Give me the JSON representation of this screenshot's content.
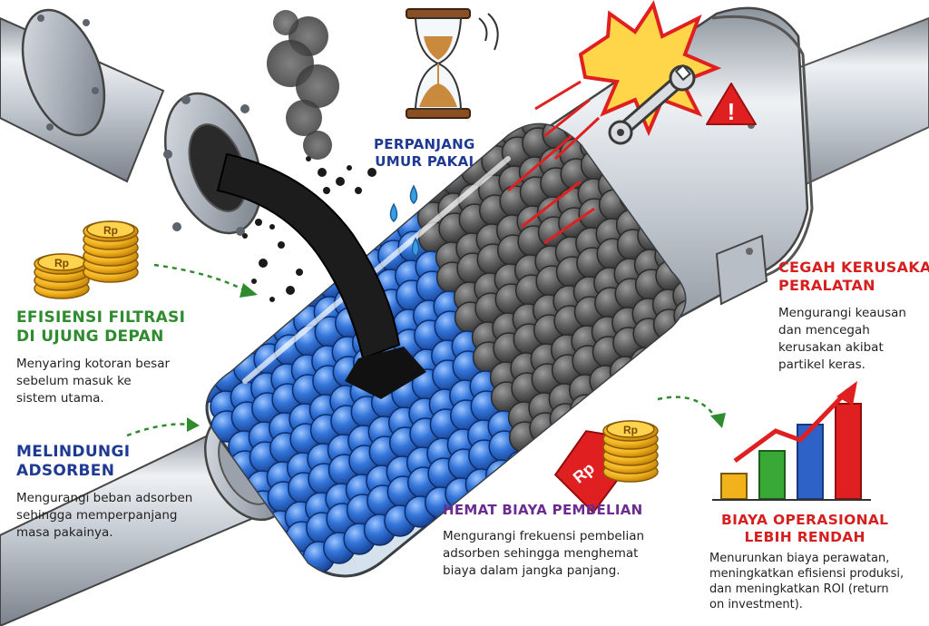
{
  "colors": {
    "green": "#2e8b2e",
    "navy": "#1f3a93",
    "red": "#d62020",
    "purple": "#6a2c91",
    "pipe": "#c9ced6",
    "adsorbent_blue": "#2f6fd6",
    "spent_gray": "#6a6a6a"
  },
  "icons": [
    "coin-stack-icon",
    "hourglass-icon",
    "wrench-icon",
    "warning-triangle-icon",
    "price-tag-icon",
    "bar-chart-up-icon",
    "smoke-icon",
    "water-drop-icon"
  ],
  "coin_symbol": "Rp",
  "warning_symbol": "!",
  "sections": {
    "filtration": {
      "title_lines": [
        "EFISIENSI FILTRASI",
        "DI UJUNG DEPAN"
      ],
      "desc_lines": [
        "Menyaring kotoran besar",
        "sebelum masuk ke",
        "sistem utama."
      ]
    },
    "protect": {
      "title_lines": [
        "MELINDUNGI",
        "ADSORBEN"
      ],
      "desc_lines": [
        "Mengurangi beban adsorben",
        "sehingga memperpanjang",
        "masa pakainya."
      ]
    },
    "lifespan": {
      "title_lines": [
        "PERPANJANG",
        "UMUR PAKAI"
      ]
    },
    "prevent": {
      "title_lines": [
        "CEGAH KERUSAKAN",
        "PERALATAN"
      ],
      "desc_lines": [
        "Mengurangi keausan",
        "dan mencegah",
        "kerusakan akibat",
        "partikel keras."
      ]
    },
    "purchase": {
      "title_lines": [
        "HEMAT BIAYA PEMBELIAN"
      ],
      "desc_lines": [
        "Mengurangi frekuensi pembelian",
        "adsorben sehingga menghemat",
        "biaya dalam jangka panjang."
      ]
    },
    "operational": {
      "title_lines": [
        "BIAYA OPERASIONAL",
        "LEBIH RENDAH"
      ],
      "desc_lines": [
        "Menurunkan biaya perawatan,",
        "meningkatkan efisiensi produksi,",
        "dan meningkatkan ROI (return",
        "on investment)."
      ]
    }
  }
}
